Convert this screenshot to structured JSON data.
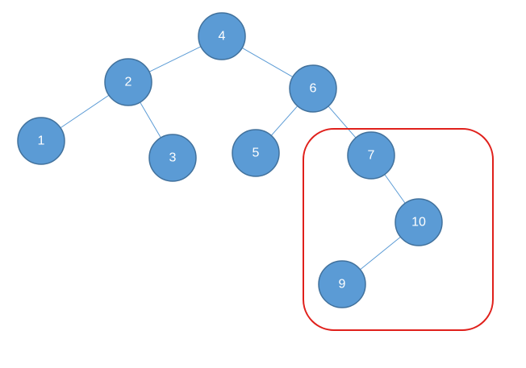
{
  "colors": {
    "node_fill": "#5B9BD5",
    "node_stroke": "#41719C",
    "edge": "#5B9BD5",
    "highlight": "#E0201B",
    "label": "#ffffff"
  },
  "tree": {
    "nodes": [
      {
        "id": "4",
        "label": "4"
      },
      {
        "id": "2",
        "label": "2"
      },
      {
        "id": "6",
        "label": "6"
      },
      {
        "id": "1",
        "label": "1"
      },
      {
        "id": "3",
        "label": "3"
      },
      {
        "id": "5",
        "label": "5"
      },
      {
        "id": "7",
        "label": "7"
      },
      {
        "id": "10",
        "label": "10"
      },
      {
        "id": "9",
        "label": "9"
      }
    ],
    "edges": [
      {
        "from": "4",
        "to": "2"
      },
      {
        "from": "4",
        "to": "6"
      },
      {
        "from": "2",
        "to": "1"
      },
      {
        "from": "2",
        "to": "3"
      },
      {
        "from": "6",
        "to": "5"
      },
      {
        "from": "6",
        "to": "7"
      },
      {
        "from": "7",
        "to": "10"
      },
      {
        "from": "10",
        "to": "9"
      }
    ],
    "highlighted_subtree": [
      "7",
      "10",
      "9"
    ]
  }
}
